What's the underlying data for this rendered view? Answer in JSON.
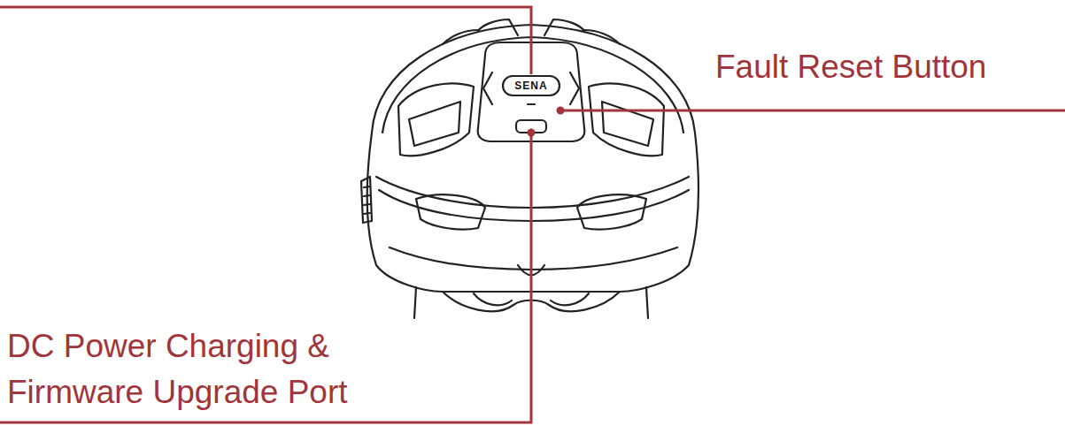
{
  "diagram": {
    "labels": [
      "SENA",
      "Fault Reset Button",
      "DC Power Charging & Firmware Upgrade Port"
    ]
  }
}
